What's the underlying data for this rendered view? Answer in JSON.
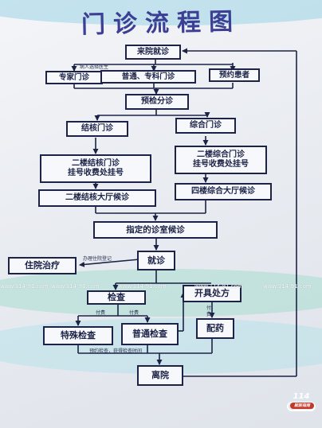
{
  "title": "门诊流程图",
  "nodes": {
    "arrive": "来院就诊",
    "expert": "专家门诊",
    "general_specialist": "普通、专科门诊",
    "appointment": "预约患者",
    "triage": "预检分诊",
    "tb_clinic": "结核门诊",
    "general_clinic": "综合门诊",
    "tb_register_1": "二楼结核门诊",
    "tb_register_2": "挂号收费处挂号",
    "gen_register_1": "二楼综合门诊",
    "gen_register_2": "挂号收费处挂号",
    "tb_wait": "二楼结核大厅候诊",
    "gen_wait": "四楼综合大厅候诊",
    "room_wait": "指定的诊室候诊",
    "consult": "就诊",
    "inpatient": "住院治疗",
    "exam": "检查",
    "prescribe": "开具处方",
    "special_exam": "特殊检查",
    "general_exam": "普通检查",
    "dispense": "配药",
    "leave": "离院"
  },
  "edge_labels": {
    "expert_note": "病人选择医生",
    "admission": "办理住院登记",
    "pay_left": "付费",
    "pay_right": "付费",
    "pay_dispense_1": "付",
    "pay_dispense_2": "费",
    "reserve_note": "预约检查，获得检查时间"
  },
  "watermarks": [
    "www.114-91.com",
    "www.114-91.com",
    "www.114-91.com",
    "www.114-91.com",
    "www.114-91.com"
  ],
  "logo": {
    "top": "114",
    "sub": "就医指南"
  },
  "colors": {
    "title": "#3c3f93",
    "box_border": "#1c2346",
    "arrow": "#1c2346"
  }
}
